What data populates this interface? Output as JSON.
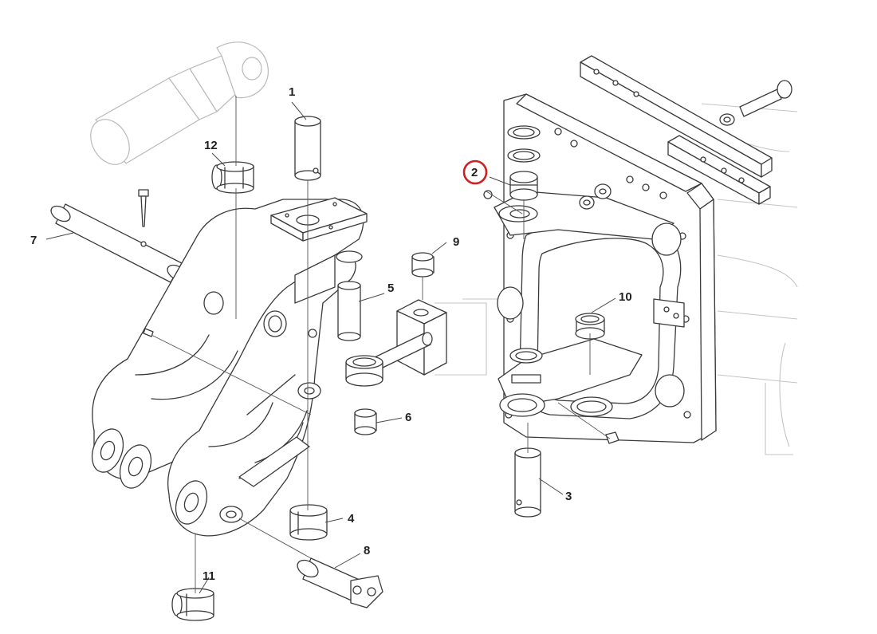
{
  "callouts": [
    {
      "id": "1",
      "label": "1"
    },
    {
      "id": "2",
      "label": "2"
    },
    {
      "id": "3",
      "label": "3"
    },
    {
      "id": "4",
      "label": "4"
    },
    {
      "id": "5",
      "label": "5"
    },
    {
      "id": "6",
      "label": "6"
    },
    {
      "id": "7",
      "label": "7"
    },
    {
      "id": "8",
      "label": "8"
    },
    {
      "id": "9",
      "label": "9"
    },
    {
      "id": "10",
      "label": "10"
    },
    {
      "id": "11",
      "label": "11"
    },
    {
      "id": "12",
      "label": "12"
    }
  ],
  "highlight": {
    "callout": "2",
    "color": "#cc2222"
  },
  "colors": {
    "line": "#3a3a3a",
    "ghost": "#b9b9b9",
    "background": "#ffffff"
  }
}
